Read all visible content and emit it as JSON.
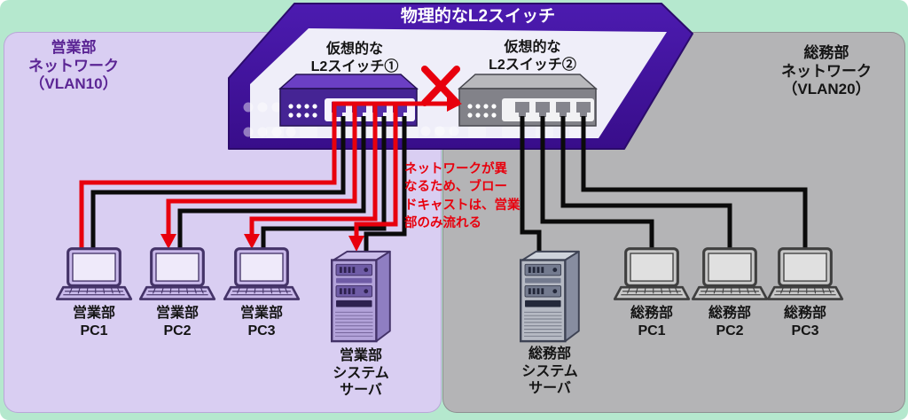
{
  "physical_switch": {
    "title": "物理的なL2スイッチ"
  },
  "virtual_switches": [
    {
      "label": "仮想的な\nL2スイッチ①"
    },
    {
      "label": "仮想的な\nL2スイッチ②"
    }
  ],
  "regions": {
    "sales": {
      "label": "営業部\nネットワーク\n（VLAN10）",
      "vlan": "VLAN10"
    },
    "admin": {
      "label": "総務部\nネットワーク\n（VLAN20）",
      "vlan": "VLAN20"
    }
  },
  "annotation": {
    "text": "ネットワークが異\nなるため、ブロー\nドキャストは、営業\n部のみ流れる"
  },
  "devices": {
    "sales_pcs": [
      {
        "label": "営業部\nPC1"
      },
      {
        "label": "営業部\nPC2"
      },
      {
        "label": "営業部\nPC3"
      }
    ],
    "sales_server": {
      "label": "営業部\nシステム\nサーバ"
    },
    "admin_pcs": [
      {
        "label": "総務部\nPC1"
      },
      {
        "label": "総務部\nPC2"
      },
      {
        "label": "総務部\nPC3"
      }
    ],
    "admin_server": {
      "label": "総務部\nシステム\nサーバ"
    }
  },
  "colors": {
    "background": "#b5e8ce",
    "sales_panel": "#d9cef2",
    "admin_panel": "#b4b4b6",
    "switch_purple": "#42129e",
    "broadcast_red": "#e8000d",
    "cable_black": "#0b0b0b"
  }
}
